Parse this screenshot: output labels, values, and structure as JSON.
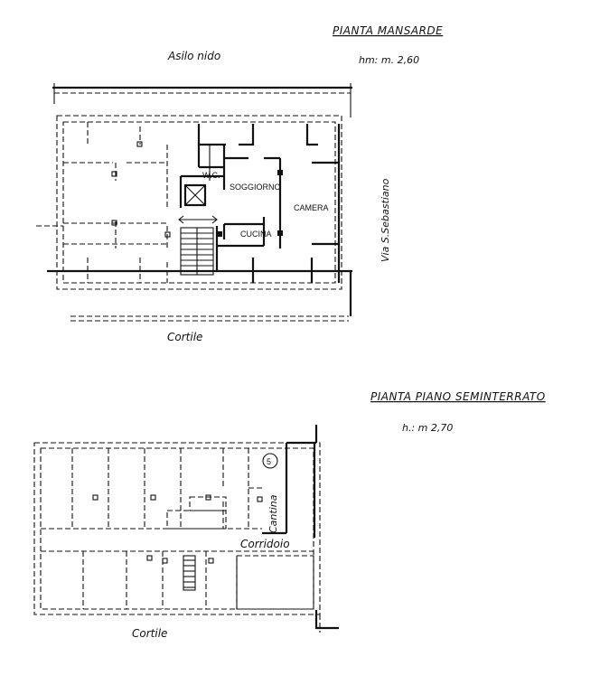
{
  "upper_plan": {
    "title": "PIANTA MANSARDE",
    "height_label": "hm: m. 2,60",
    "top_label": "Asilo nido",
    "bottom_label": "Cortile",
    "side_label": "Via S.Sebastiano",
    "rooms": {
      "wc": "W.C.",
      "soggiorno": "SOGGIORNO",
      "camera": "CAMERA",
      "cucina": "CUCINA"
    }
  },
  "lower_plan": {
    "title": "PIANTA PIANO SEMINTERRATO",
    "height_label": "h.: m 2,70",
    "unit_number": "5",
    "cantina_label": "Cantina",
    "corridoio_label": "Corridoio",
    "bottom_label": "Cortile"
  }
}
